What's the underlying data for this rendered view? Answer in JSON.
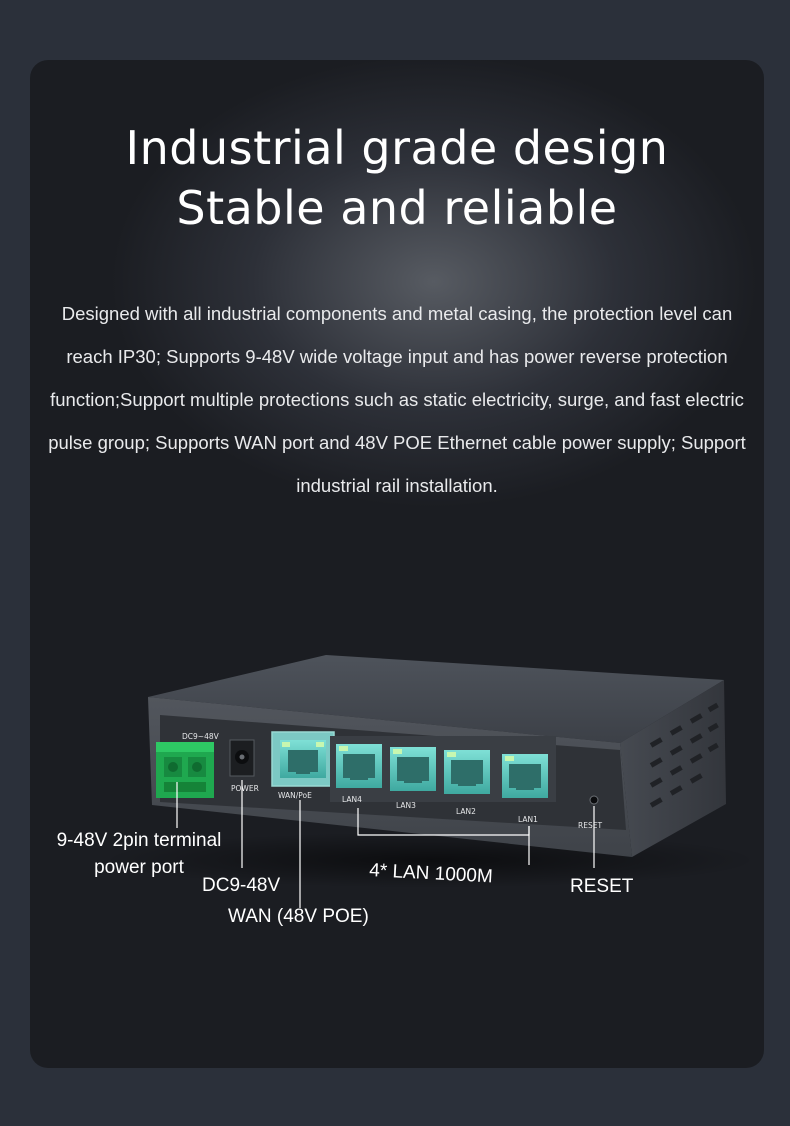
{
  "heading": {
    "line1": "Industrial grade design",
    "line2": "Stable and reliable"
  },
  "description": "Designed with all industrial components and metal casing, the protection level can reach IP30; Supports 9-48V wide voltage input and has power reverse protection function;Support multiple protections such as static electricity, surge, and fast electric pulse group; Supports WAN port and 48V POE Ethernet cable power supply; Support industrial rail installation.",
  "device_labels": {
    "dc_range": "DC9~48V",
    "power": "POWER",
    "wan": "WAN/PoE",
    "lan4": "LAN4",
    "lan3": "LAN3",
    "lan2": "LAN2",
    "lan1": "LAN1",
    "reset": "RESET"
  },
  "callouts": {
    "terminal_line1": "9-48V 2pin terminal",
    "terminal_line2": "power port",
    "dc": "DC9-48V",
    "wan": "WAN (48V POE)",
    "lan": "4* LAN 1000M",
    "reset": "RESET"
  },
  "colors": {
    "background": "#2b303a",
    "terminal_green": "#1fa84f",
    "port_teal": "#5fc9c0",
    "text": "#ffffff"
  }
}
